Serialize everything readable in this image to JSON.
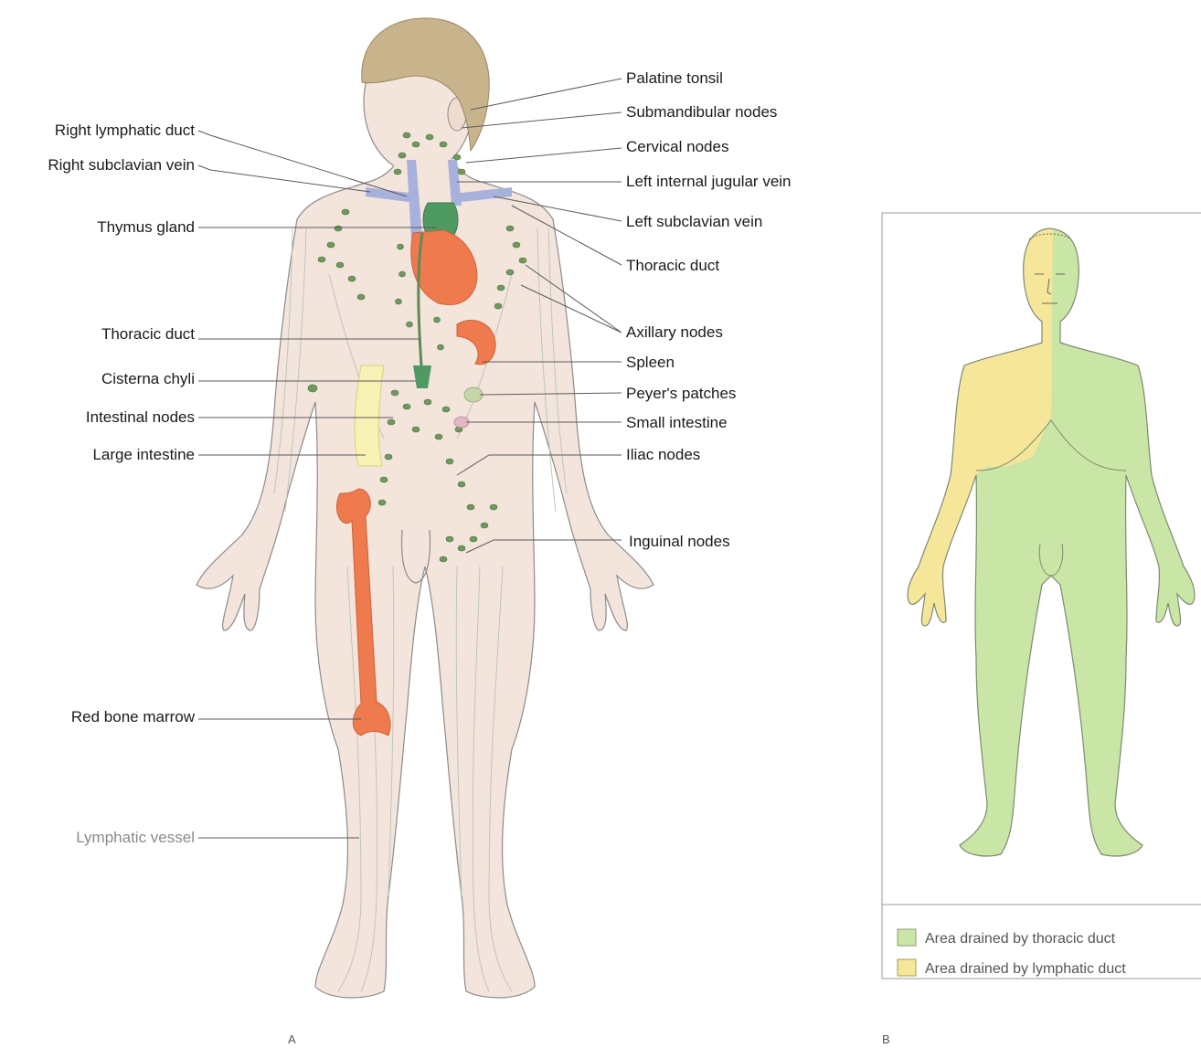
{
  "panel_a": {
    "letter": "A",
    "labels_left": {
      "right_lymphatic_duct": "Right lymphatic duct",
      "right_subclavian_vein": "Right subclavian vein",
      "thymus_gland": "Thymus gland",
      "thoracic_duct": "Thoracic duct",
      "cisterna_chyli": "Cisterna chyli",
      "intestinal_nodes": "Intestinal nodes",
      "large_intestine": "Large intestine",
      "red_bone_marrow": "Red bone marrow",
      "lymphatic_vessel": "Lymphatic vessel"
    },
    "labels_right": {
      "palatine_tonsil": "Palatine tonsil",
      "submandibular_nodes": "Submandibular nodes",
      "cervical_nodes": "Cervical nodes",
      "left_internal_jugular_vein": "Left internal jugular vein",
      "left_subclavian_vein": "Left subclavian vein",
      "thoracic_duct": "Thoracic duct",
      "axillary_nodes": "Axillary nodes",
      "spleen": "Spleen",
      "peyers_patches": "Peyer's patches",
      "small_intestine": "Small intestine",
      "iliac_nodes": "Iliac nodes",
      "inguinal_nodes": "Inguinal nodes"
    }
  },
  "panel_b": {
    "letter": "B",
    "legend": [
      {
        "label": "Area drained by thoracic duct",
        "color": "#c9e6a6"
      },
      {
        "label": "Area drained by lymphatic duct",
        "color": "#f6e69a"
      }
    ]
  },
  "colors": {
    "skin": "#f3e4dc",
    "hair": "#c8b48c",
    "organ_orange": "#ee7a4e",
    "thymus_green": "#4f9a63",
    "vein_blue": "#a8b0dc",
    "lymph_green": "#6f9a5c",
    "thoracic_green": "#c9e6a6",
    "lymphatic_yellow": "#f6e69a"
  }
}
